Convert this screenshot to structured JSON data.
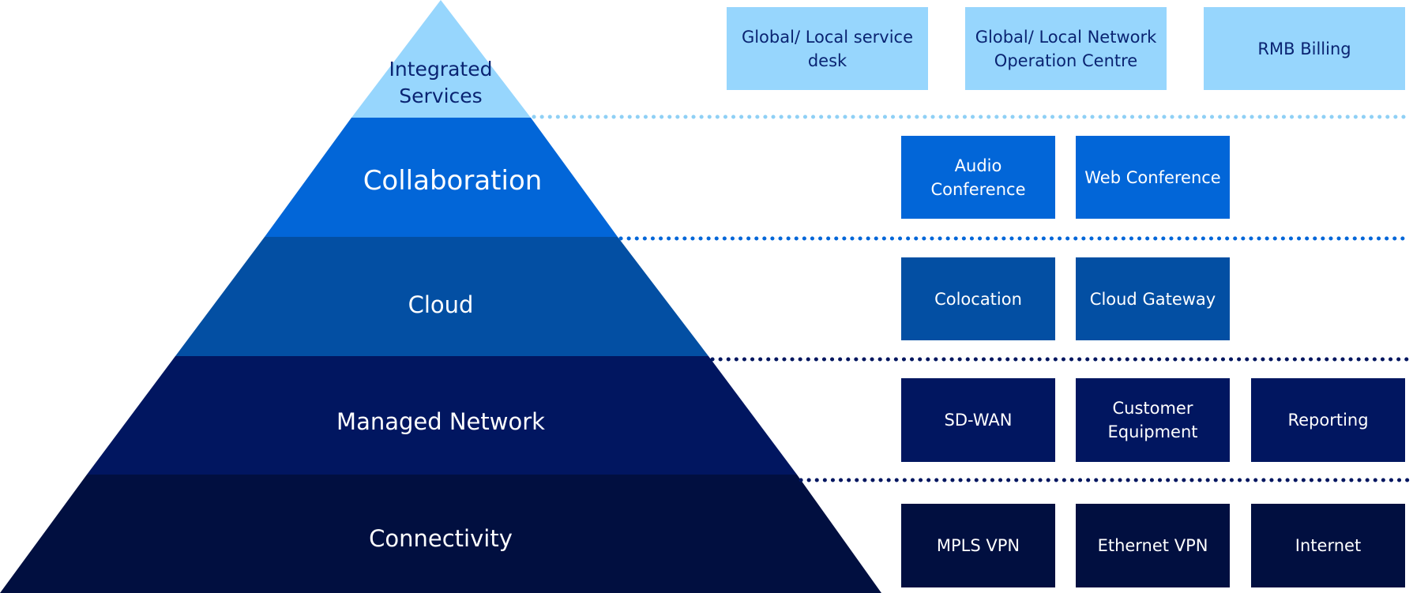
{
  "colors": {
    "integrated": "#97d6fd",
    "collaboration": "#0266d8",
    "cloud": "#034fa3",
    "managed_network": "#011660",
    "connectivity": "#010f40",
    "dark_label_text": "#0a2472",
    "light_label_text": "#ffffff"
  },
  "pyramid": {
    "layers": [
      {
        "name": "Integrated\nServices",
        "color_key": "integrated"
      },
      {
        "name": "Collaboration",
        "color_key": "collaboration"
      },
      {
        "name": "Cloud",
        "color_key": "cloud"
      },
      {
        "name": "Managed Network",
        "color_key": "managed_network"
      },
      {
        "name": "Connectivity",
        "color_key": "connectivity"
      }
    ]
  },
  "boxes": {
    "integrated": [
      "Global/ Local service desk",
      "Global/ Local Network Operation Centre",
      "RMB Billing"
    ],
    "collaboration": [
      "Audio Conference",
      "Web Conference"
    ],
    "cloud": [
      "Colocation",
      "Cloud Gateway"
    ],
    "managed_network": [
      "SD-WAN",
      "Customer Equipment",
      "Reporting"
    ],
    "connectivity": [
      "MPLS VPN",
      "Ethernet VPN",
      "Internet"
    ]
  }
}
